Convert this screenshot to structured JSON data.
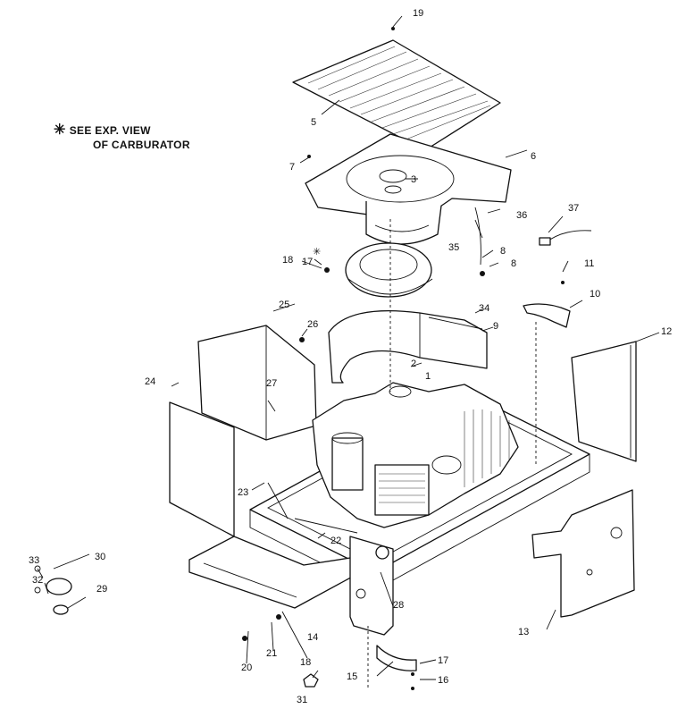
{
  "note": {
    "symbol": "✳",
    "line1": "SEE EXP. VIEW",
    "line2": "OF CARBURATOR"
  },
  "carburetor_marker": "✳",
  "callouts": [
    "1",
    "2",
    "3",
    "5",
    "6",
    "7",
    "8",
    "8",
    "9",
    "10",
    "11",
    "12",
    "13",
    "14",
    "15",
    "16",
    "17",
    "17",
    "18",
    "18",
    "19",
    "20",
    "21",
    "22",
    "23",
    "24",
    "25",
    "26",
    "27",
    "28",
    "29",
    "30",
    "31",
    "32",
    "33",
    "34",
    "35",
    "36",
    "37"
  ],
  "colors": {
    "ink": "#111111",
    "paper": "#ffffff"
  }
}
